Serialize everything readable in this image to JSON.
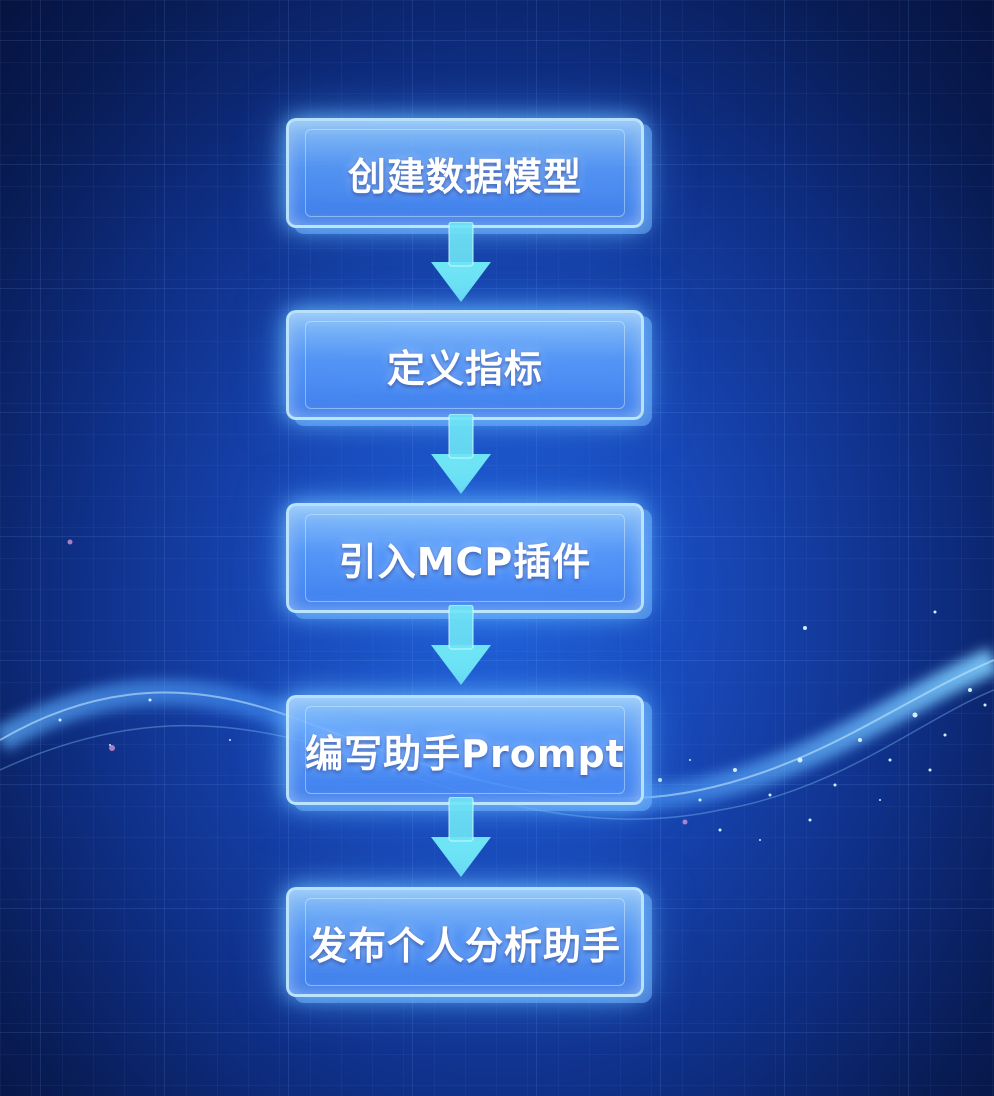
{
  "steps": [
    {
      "label": "创建数据模型"
    },
    {
      "label": "定义指标"
    },
    {
      "label": "引入MCP插件"
    },
    {
      "label": "编写助手Prompt"
    },
    {
      "label": "发布个人分析助手"
    }
  ],
  "colors": {
    "background_center": "#1f5fd8",
    "background_edge": "#061340",
    "box_fill": "#62a4ff",
    "box_border": "#bee6ff",
    "arrow_fill": "#6fe6f5",
    "text": "#ffffff"
  }
}
